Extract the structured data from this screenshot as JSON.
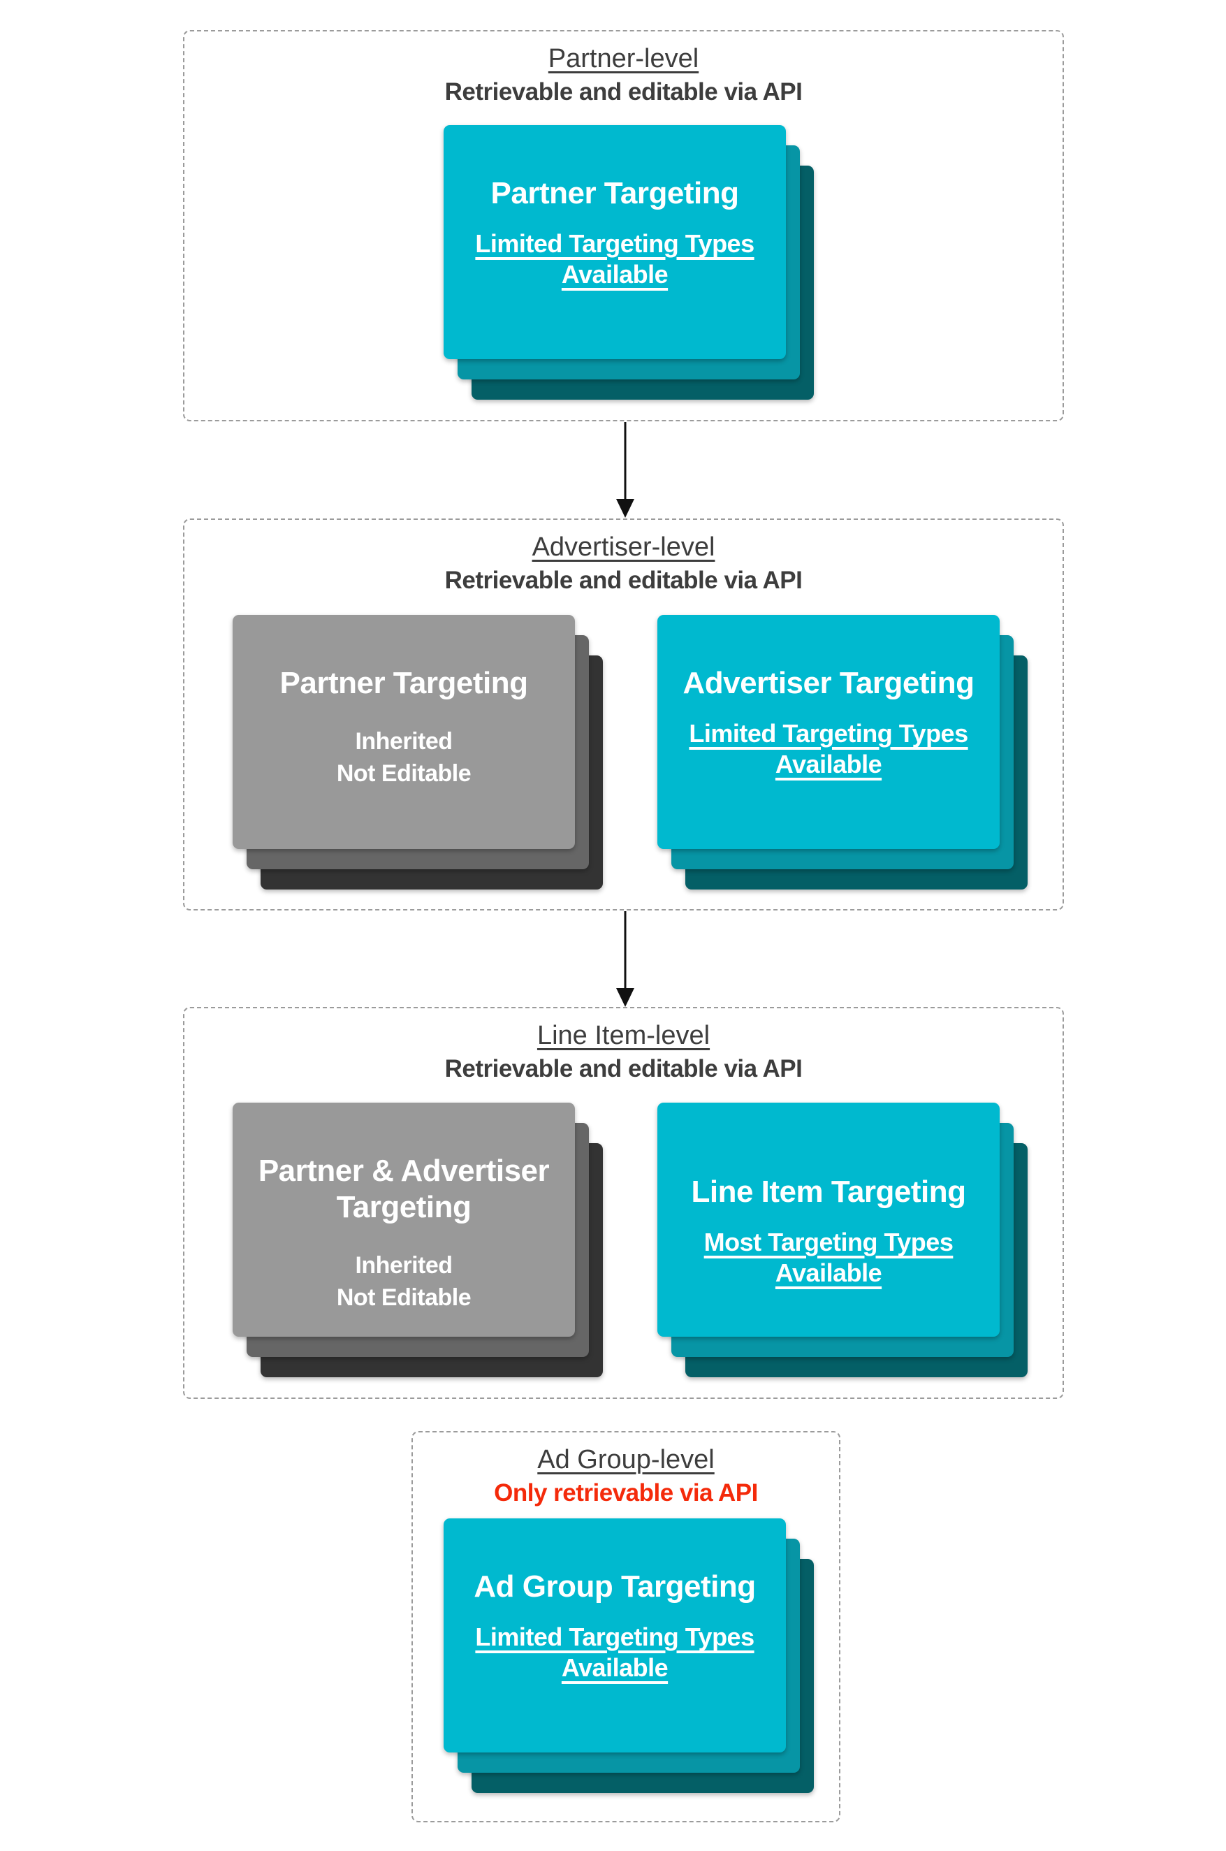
{
  "palette": {
    "background": "#ffffff",
    "cyan": "#00b9cf",
    "cyan_mid": "#0795a5",
    "cyan_dark": "#045f66",
    "gray": "#999999",
    "gray_mid": "#666666",
    "gray_dark": "#333333",
    "heading": "#3d3d3d",
    "red": "#f42a0a",
    "card_text": "#ffffff",
    "border": "#9b9b9b",
    "arrow": "#111111"
  },
  "sections": [
    {
      "id": "partner-level",
      "title": "Partner-level",
      "subtitle": "Retrievable and editable via API",
      "subtitle_color": "heading",
      "cards": [
        {
          "variant": "cyan",
          "title_lines": [
            "Partner Targeting"
          ],
          "subtitle_lines": [
            "Limited Targeting Types",
            "Available"
          ],
          "subtitle_underline": true
        }
      ]
    },
    {
      "id": "advertiser-level",
      "title": "Advertiser-level",
      "subtitle": "Retrievable and editable via API",
      "subtitle_color": "heading",
      "cards": [
        {
          "variant": "gray",
          "title_lines": [
            "Partner Targeting"
          ],
          "subtitle_lines": [
            "Inherited",
            "Not Editable"
          ],
          "subtitle_underline": false
        },
        {
          "variant": "cyan",
          "title_lines": [
            "Advertiser Targeting"
          ],
          "subtitle_lines": [
            "Limited Targeting Types",
            "Available"
          ],
          "subtitle_underline": true
        }
      ]
    },
    {
      "id": "line-item-level",
      "title": "Line Item-level",
      "subtitle": "Retrievable and editable via API",
      "subtitle_color": "heading",
      "cards": [
        {
          "variant": "gray",
          "title_lines": [
            "Partner & Advertiser",
            "Targeting"
          ],
          "subtitle_lines": [
            "Inherited",
            "Not Editable"
          ],
          "subtitle_underline": false
        },
        {
          "variant": "cyan",
          "title_lines": [
            "Line Item Targeting"
          ],
          "subtitle_lines": [
            "Most Targeting Types",
            "Available"
          ],
          "subtitle_underline": true
        }
      ]
    },
    {
      "id": "ad-group-level",
      "title": "Ad Group-level",
      "subtitle": "Only retrievable via API",
      "subtitle_color": "red",
      "cards": [
        {
          "variant": "cyan",
          "title_lines": [
            "Ad Group Targeting"
          ],
          "subtitle_lines": [
            "Limited Targeting Types",
            "Available"
          ],
          "subtitle_underline": true
        }
      ]
    }
  ]
}
